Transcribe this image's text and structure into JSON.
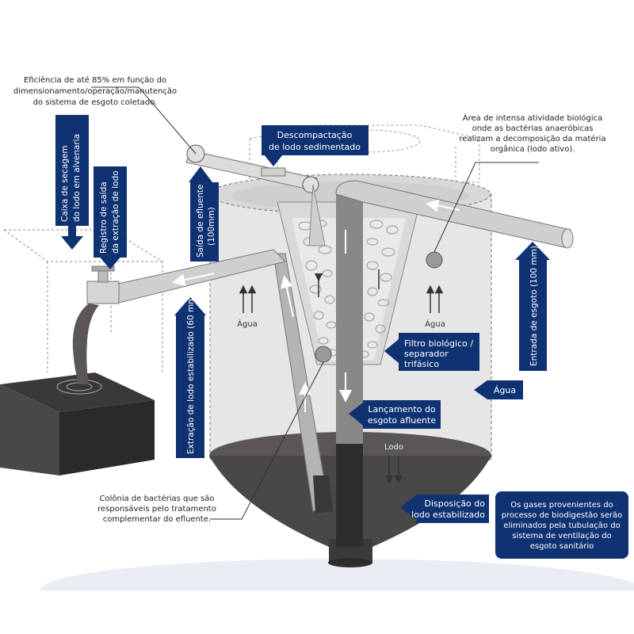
{
  "colors": {
    "navy": "#0f3272",
    "tank_fill": "#e6e6e6",
    "sludge": "#4a4747",
    "sludge_dark": "#2e2c2c",
    "pipe": "#d3d3d3",
    "outline": "#555555"
  },
  "callouts": {
    "eficiencia": [
      "Eficiência de até 85% em função do",
      "dimensionamento/operação/manutenção",
      "do sistema de esgoto coletado."
    ],
    "area_intensa": [
      "Área de intensa atividade biológica",
      "onde as bactérias anaeróbicas",
      "realizam a decomposição da matéria",
      "orgânica (lodo ativo)."
    ],
    "colonia": [
      "Colônia de bactérias que são",
      "responsáveis pelo tratamento",
      "complementar do efluente."
    ]
  },
  "labels": {
    "caixa_secagem": [
      "Caixa de secagem",
      "do lodo em alvenaria"
    ],
    "registro": [
      "Registro de saída",
      "da extração de lodo"
    ],
    "saida_efluente": [
      "Saída de efluente",
      "(100mm)"
    ],
    "descompactacao": [
      "Descompactação",
      "de lodo sedimentado"
    ],
    "entrada_esgoto": "Entrada de esgoto (100 mm)",
    "extracao": "Extração de lodo estabilizado (60 mm)",
    "filtro": [
      "Filtro biológico /",
      "separador",
      "trifásico"
    ],
    "agua_side": "Água",
    "lancamento": [
      "Lançamento do",
      "esgoto afluente"
    ],
    "disposicao": [
      "Disposição do",
      "lodo estabilizado"
    ],
    "gases": [
      "Os gases provenientes do",
      "processo de biodigestão serão",
      "eliminados pela tubulação do",
      "sistema de ventilação do",
      "esgoto sanitário"
    ],
    "agua_left": "Água",
    "agua_right": "Água",
    "lodo": "Lodo"
  }
}
